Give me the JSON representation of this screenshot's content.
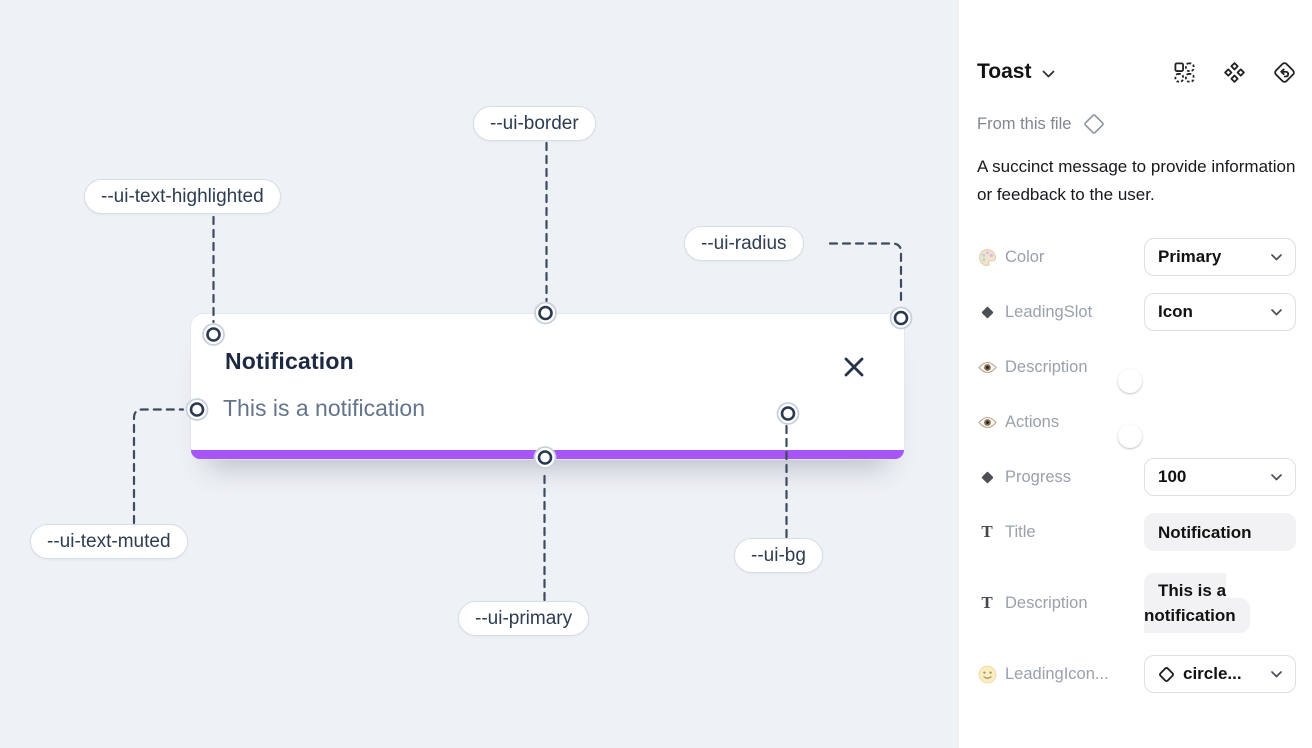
{
  "colors": {
    "primary_bar": "#a855f7",
    "toggle_on": "#1e9ef3",
    "canvas_bg": "#eef1f5",
    "connector": "#3d4a5f",
    "toast_title_text": "#1c2940",
    "toast_muted_text": "#64748b"
  },
  "canvas": {
    "toast": {
      "title": "Notification",
      "description": "This is a notification"
    },
    "labels": {
      "border": "--ui-border",
      "text_highlighted": "--ui-text-highlighted",
      "radius": "--ui-radius",
      "text_muted": "--ui-text-muted",
      "primary": "--ui-primary",
      "bg": "--ui-bg"
    }
  },
  "panel": {
    "title": "Toast",
    "header_icons": [
      "swap-instance-icon",
      "component-icon",
      "return-to-component-icon"
    ],
    "source": "From this file",
    "description": "A succinct message to provide information or feedback to the user.",
    "properties": [
      {
        "icon": "palette-icon",
        "label": "Color",
        "control": "dropdown",
        "value": "Primary"
      },
      {
        "icon": "diamond-icon",
        "label": "LeadingSlot",
        "control": "dropdown",
        "value": "Icon"
      },
      {
        "icon": "eye-icon",
        "label": "Description",
        "control": "toggle",
        "value": "on"
      },
      {
        "icon": "eye-icon",
        "label": "Actions",
        "control": "toggle",
        "value": "on"
      },
      {
        "icon": "diamond-icon",
        "label": "Progress",
        "control": "dropdown",
        "value": "100"
      },
      {
        "icon": "text-icon",
        "label": "Title",
        "control": "text-field",
        "value": "Notification"
      },
      {
        "icon": "text-icon",
        "label": "Description",
        "control": "text-field",
        "value": "This is a notification"
      },
      {
        "icon": "smiley-icon",
        "label": "LeadingIcon...",
        "control": "icon-dropdown",
        "value": "circle..."
      }
    ]
  }
}
